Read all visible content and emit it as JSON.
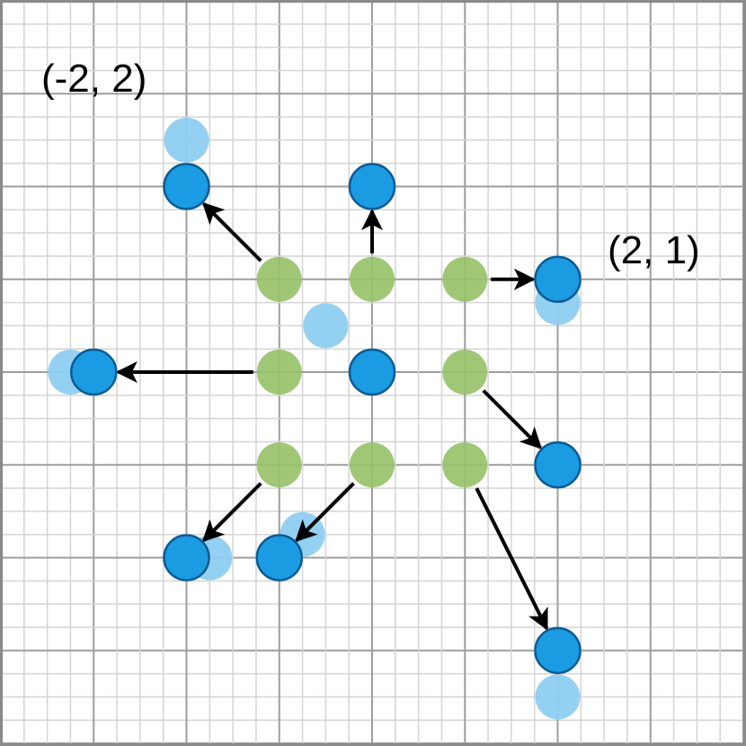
{
  "labels": {
    "point_a": "(-2, 2)",
    "point_b": "(2, 1)"
  },
  "colors": {
    "background": "#ffffff",
    "grid_minor": "#d4d4d4",
    "grid_major": "#9e9e9e",
    "border": "#8a8a8a",
    "source_point": "#97c26a",
    "target_point": "#1b9ce2",
    "target_stroke": "#0b5b93",
    "ghost_point": "#8ecdf1",
    "arrow": "#000000"
  },
  "grid": {
    "x_range": [
      -4,
      4
    ],
    "y_range": [
      -4,
      4
    ],
    "major_step": 1,
    "minor_divisions": 4
  },
  "source_points": [
    {
      "x": -1,
      "y": 1
    },
    {
      "x": 0,
      "y": 1
    },
    {
      "x": 1,
      "y": 1
    },
    {
      "x": -1,
      "y": 0
    },
    {
      "x": 1,
      "y": 0
    },
    {
      "x": -1,
      "y": -1
    },
    {
      "x": 0,
      "y": -1
    },
    {
      "x": 1,
      "y": -1
    }
  ],
  "target_points": [
    {
      "x": -2,
      "y": 2
    },
    {
      "x": 0,
      "y": 2
    },
    {
      "x": 2,
      "y": 1
    },
    {
      "x": -3,
      "y": 0
    },
    {
      "x": 0,
      "y": 0
    },
    {
      "x": 2,
      "y": -1
    },
    {
      "x": -2,
      "y": -2
    },
    {
      "x": -1,
      "y": -2
    },
    {
      "x": 2,
      "y": -3
    }
  ],
  "ghost_points": [
    {
      "x": -2,
      "y": 2.5
    },
    {
      "x": -0.5,
      "y": 0.5
    },
    {
      "x": 2,
      "y": 0.75
    },
    {
      "x": -3.25,
      "y": 0
    },
    {
      "x": -1.75,
      "y": -2
    },
    {
      "x": -0.75,
      "y": -1.75
    },
    {
      "x": 2,
      "y": -3.5
    }
  ],
  "arrows": [
    {
      "from": {
        "x": -1,
        "y": 1
      },
      "to": {
        "x": -2,
        "y": 2
      }
    },
    {
      "from": {
        "x": 0,
        "y": 1
      },
      "to": {
        "x": 0,
        "y": 2
      }
    },
    {
      "from": {
        "x": 1,
        "y": 1
      },
      "to": {
        "x": 2,
        "y": 1
      }
    },
    {
      "from": {
        "x": -1,
        "y": 0
      },
      "to": {
        "x": -3,
        "y": 0
      }
    },
    {
      "from": {
        "x": 1,
        "y": 0
      },
      "to": {
        "x": 2,
        "y": -1
      }
    },
    {
      "from": {
        "x": -1,
        "y": -1
      },
      "to": {
        "x": -2,
        "y": -2
      }
    },
    {
      "from": {
        "x": 0,
        "y": -1
      },
      "to": {
        "x": -1,
        "y": -2
      }
    },
    {
      "from": {
        "x": 1,
        "y": -1
      },
      "to": {
        "x": 2,
        "y": -3
      }
    }
  ]
}
